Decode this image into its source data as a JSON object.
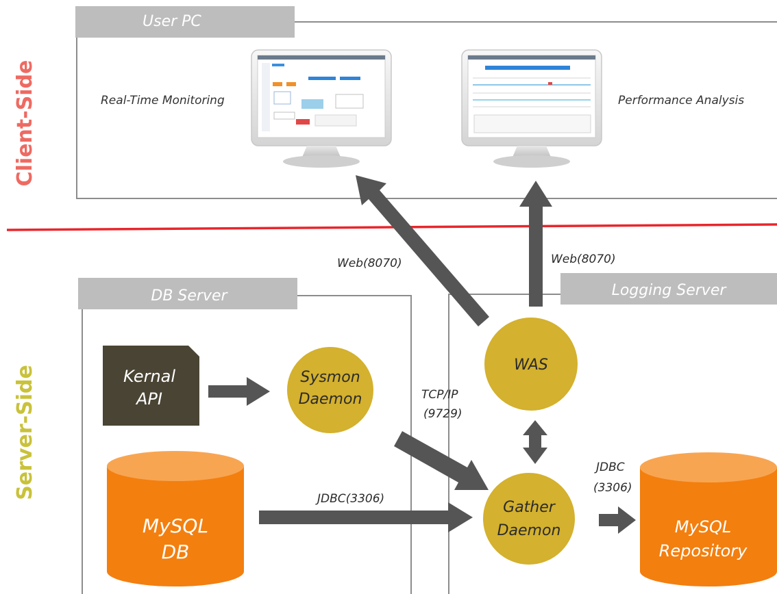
{
  "sides": {
    "client": "Client-Side",
    "server": "Server-Side"
  },
  "colors": {
    "client_side": "#ee6a62",
    "server_side": "#c9c23a",
    "divider": "#e8262c",
    "box_border": "#8c8c8c",
    "header_tab": "#bdbdbd",
    "arrow": "#555555",
    "daemon": "#d4b12e",
    "database": "#f37f0f",
    "kernel": "#4a4434"
  },
  "user_pc": {
    "tab": "User PC",
    "realtime_label": "Real-Time Monitoring",
    "performance_label": "Performance Analysis"
  },
  "db_server": {
    "tab": "DB Server",
    "kernel_line1": "Kernal",
    "kernel_line2": "API",
    "sysmon_line1": "Sysmon",
    "sysmon_line2": "Daemon",
    "mysql_line1": "MySQL",
    "mysql_line2": "DB"
  },
  "logging_server": {
    "tab": "Logging Server",
    "was": "WAS",
    "gather_line1": "Gather",
    "gather_line2": "Daemon",
    "repo_line1": "MySQL",
    "repo_line2": "Repository"
  },
  "connections": {
    "web_left": "Web(8070)",
    "web_right": "Web(8070)",
    "tcp_line1": "TCP/IP",
    "tcp_line2": "(9729)",
    "jdbc_db": "JDBC(3306)",
    "jdbc_repo_line1": "JDBC",
    "jdbc_repo_line2": "(3306)"
  }
}
